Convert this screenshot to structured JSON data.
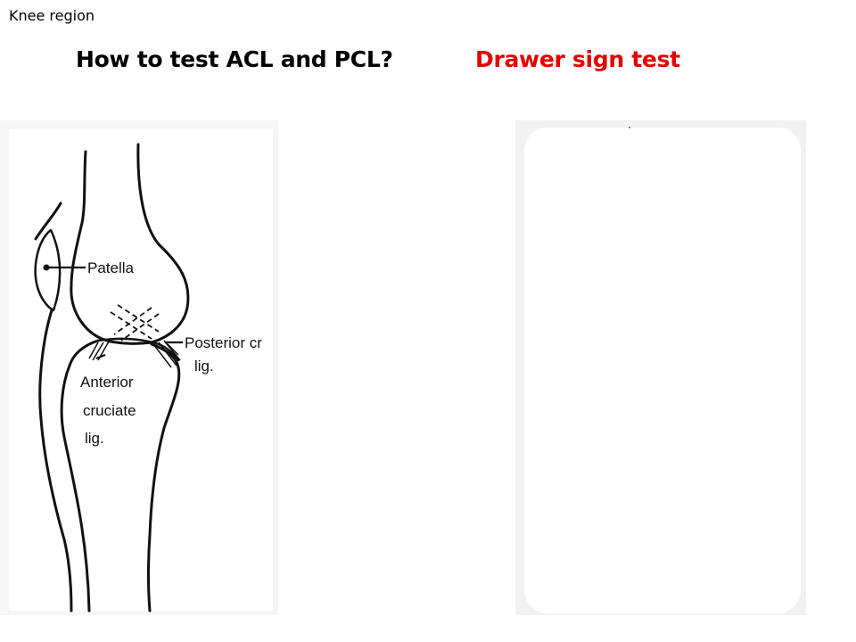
{
  "header": {
    "section": "Knee region",
    "question": "How to test ACL and PCL?",
    "answer": "Drawer sign test"
  },
  "colors": {
    "answer": "#e50000",
    "text": "#000000"
  },
  "diagram": {
    "labels": {
      "patella": "Patella",
      "posterior_line1": "Posterior cr",
      "posterior_line2": "lig.",
      "anterior_line1": "Anterior",
      "anterior_line2": "cruciate",
      "anterior_line3": "lig."
    }
  }
}
